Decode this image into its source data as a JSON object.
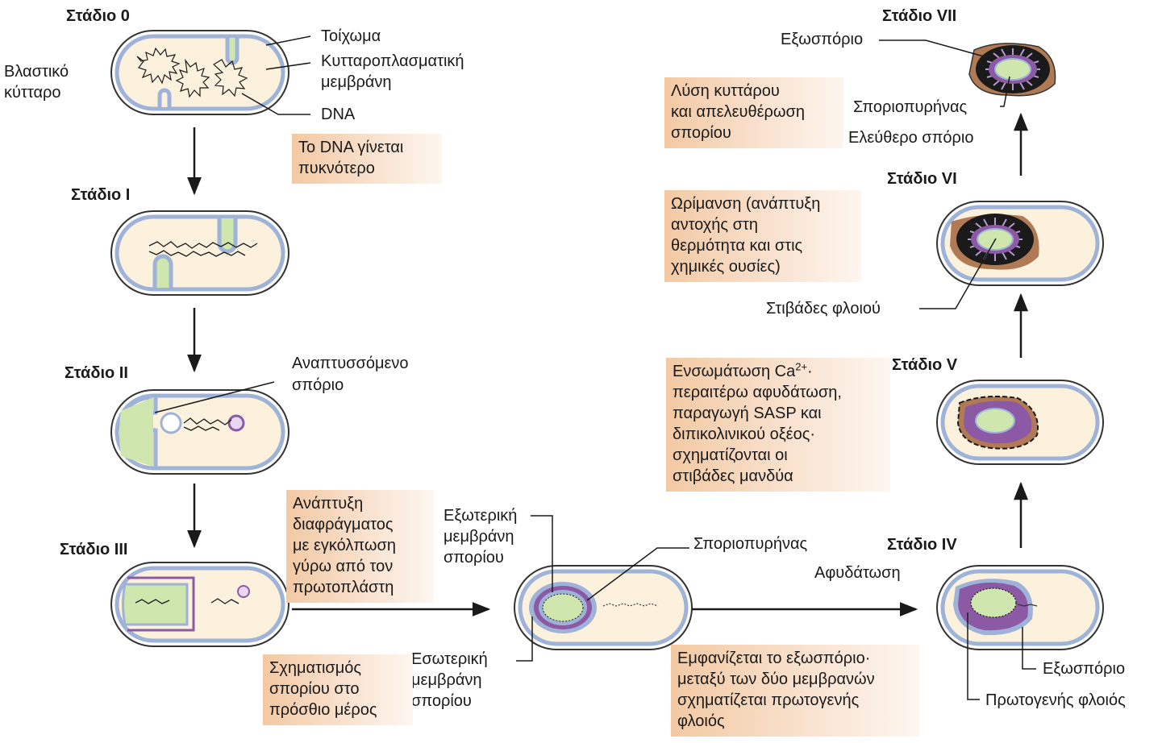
{
  "stages": {
    "s0": "Στάδιο 0",
    "s1": "Στάδιο I",
    "s2": "Στάδιο II",
    "s3": "Στάδιο III",
    "s4": "Στάδιο IV",
    "s5": "Στάδιο V",
    "s6": "Στάδιο VI",
    "s7": "Στάδιο VII"
  },
  "labels": {
    "vegetative_l1": "Βλαστικό",
    "vegetative_l2": "κύτταρο",
    "wall": "Τοίχωμα",
    "membrane_l1": "Κυτταροπλασματική",
    "membrane_l2": "μεμβράνη",
    "dna": "DNA",
    "developing_spore_l1": "Αναπτυσσόμενο",
    "developing_spore_l2": "σπόριο",
    "outer_membrane_l1": "Εξωτερική",
    "outer_membrane_l2": "μεμβράνη",
    "outer_membrane_l3": "σπορίου",
    "inner_membrane_l1": "Εσωτερική",
    "inner_membrane_l2": "μεμβράνη",
    "inner_membrane_l3": "σπορίου",
    "spore_core_mid": "Σποριοπυρήνας",
    "dehydration": "Αφυδάτωση",
    "exosporium_bottom": "Εξωσπόριο",
    "primordial_cortex": "Πρωτογενής φλοιός",
    "cortex_layers": "Στιβάδες φλοιού",
    "exosporium_top": "Εξωσπόριο",
    "spore_core_top": "Σποριοπυρήνας",
    "free_spore": "Ελεύθερο σπόριο"
  },
  "notes": {
    "dna_condense": [
      "Το DNA γίνεται",
      "πυκνότερο"
    ],
    "septum": [
      "Ανάπτυξη",
      "διαφράγματος",
      "με εγκόλπωση",
      "γύρω από τον",
      "πρωτοπλάστη"
    ],
    "forespore": [
      "Σχηματισμός",
      "σπορίου στο",
      "πρόσθιο μέρος"
    ],
    "exosporium_appears": [
      "Εμφανίζεται το εξωσπόριο·",
      "μεταξύ των δύο μεμβρανών",
      "σχηματίζεται πρωτογενής",
      "φλοιός"
    ],
    "calcium_prefix": "Ενσωμάτωση Ca",
    "calcium_sup": "2+",
    "calcium_suffix": "·",
    "calcium_rest": [
      "περαιτέρω αφυδάτωση,",
      "παραγωγή SASP και",
      "διπικολινικού οξέος·",
      "σχηματίζονται οι",
      "στιβάδες μανδύα"
    ],
    "maturation": [
      "Ωρίμανση (ανάπτυξη",
      "αντοχής στη",
      "θερμότητα και στις",
      "χημικές ουσίες)"
    ],
    "lysis": [
      "Λύση κυττάρου",
      "και απελευθέρωση",
      "σπορίου"
    ]
  },
  "colors": {
    "wall": "#333333",
    "membrane": "#9fb3d8",
    "cytoplasm": "#fbf1dc",
    "core": "#cfe6ae",
    "cortex": "#8c5aa5",
    "coat": "#b07a55",
    "note_bg": "#f3c9a3"
  }
}
